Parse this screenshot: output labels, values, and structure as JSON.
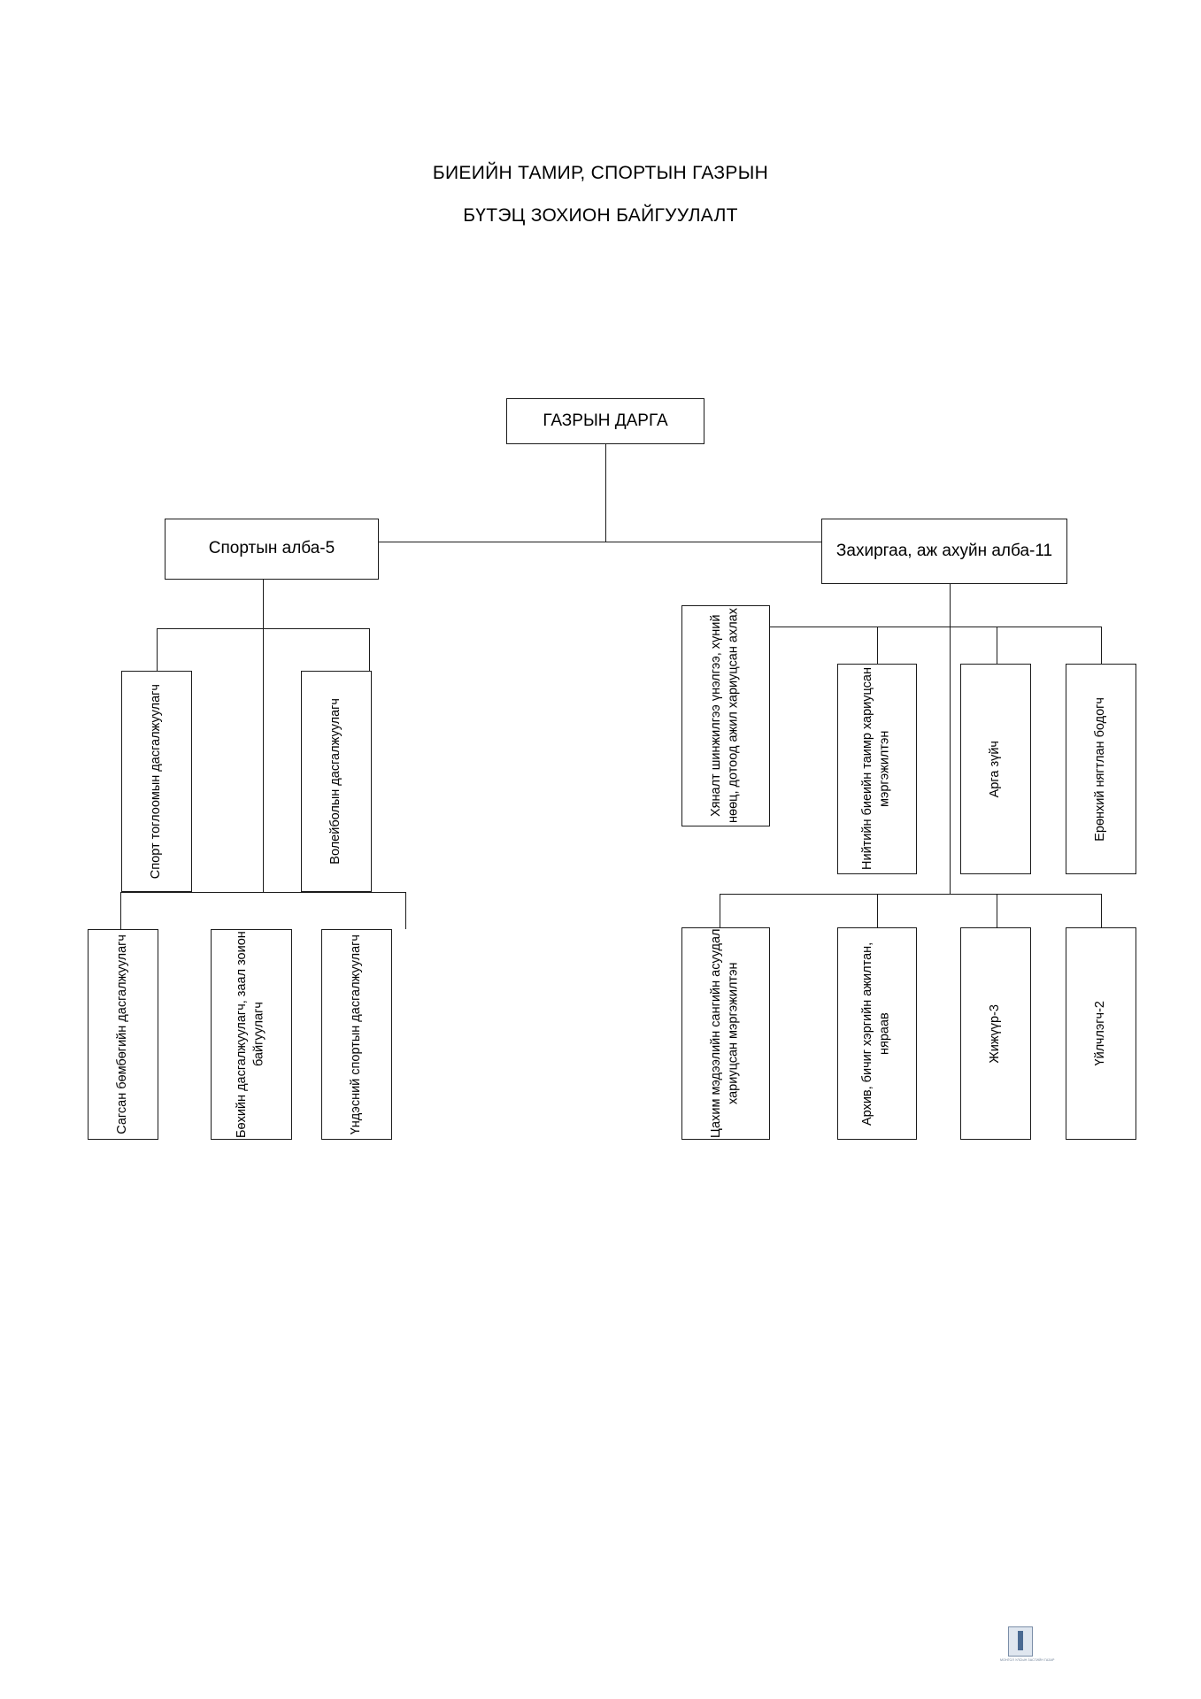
{
  "document": {
    "title_lines": [
      "БИЕИЙН ТАМИР, СПОРТЫН ГАЗРЫН",
      "БҮТЭЦ ЗОХИОН БАЙГУУЛАЛТ"
    ]
  },
  "chart_data": {
    "type": "org-chart",
    "orientation": "top-down",
    "root": "ГАЗРЫН ДАРГА",
    "nodes": [
      {
        "id": "root",
        "label": "ГАЗРЫН ДАРГА",
        "level": 0,
        "parent": null,
        "orientation": "horizontal"
      },
      {
        "id": "div1",
        "label": "Спортын алба-5",
        "level": 1,
        "parent": "root",
        "orientation": "horizontal"
      },
      {
        "id": "div2",
        "label": "Захиргаа, аж ахуйн алба-11",
        "level": 1,
        "parent": "root",
        "orientation": "horizontal"
      },
      {
        "id": "s1",
        "label": "Спорт тоглоомын дасгалжуулагч",
        "level": 2,
        "parent": "div1",
        "orientation": "vertical"
      },
      {
        "id": "s2",
        "label": "Волейболын дасгалжуулагч",
        "level": 2,
        "parent": "div1",
        "orientation": "vertical"
      },
      {
        "id": "s3",
        "label": "Сагсан бөмбөгийн дасгалжуулагч",
        "level": 3,
        "parent": "div1",
        "orientation": "vertical"
      },
      {
        "id": "s4",
        "label": "Бөхийн дасгалжуулагч, заал зоион байгуулагч",
        "level": 3,
        "parent": "div1",
        "orientation": "vertical"
      },
      {
        "id": "s5",
        "label": "Үндэсний спортын дасгалжуулагч",
        "level": 3,
        "parent": "div1",
        "orientation": "vertical"
      },
      {
        "id": "a1",
        "label": "Хяналт шинжилгээ үнэлгээ, хүний нөөц, дотоод ажил хариуцсан ахлах",
        "level": 2,
        "parent": "div2",
        "orientation": "vertical"
      },
      {
        "id": "a2",
        "label": "Нийтийн биеийн таимр хариуцсан мэргэжилтэн",
        "level": 2,
        "parent": "div2",
        "orientation": "vertical"
      },
      {
        "id": "a3",
        "label": "Арга зүйч",
        "level": 2,
        "parent": "div2",
        "orientation": "vertical"
      },
      {
        "id": "a4",
        "label": "Ерөнхий нягтлан бодогч",
        "level": 2,
        "parent": "div2",
        "orientation": "vertical"
      },
      {
        "id": "a5",
        "label": "Цахим мэдээлийн сангийн асуудал хариуцсан мэргэжилтэн",
        "level": 3,
        "parent": "div2",
        "orientation": "vertical"
      },
      {
        "id": "a6",
        "label": "Архив, бичиг хэргийн ажилтан, няраав",
        "level": 3,
        "parent": "div2",
        "orientation": "vertical"
      },
      {
        "id": "a7",
        "label": "Жижүүр-3",
        "level": 3,
        "parent": "div2",
        "orientation": "vertical"
      },
      {
        "id": "a8",
        "label": "Үйлчлэгч-2",
        "level": 3,
        "parent": "div2",
        "orientation": "vertical"
      }
    ],
    "colors": {
      "box_border": "#1b1b1b",
      "box_fill": "#ffffff",
      "text": "#000000",
      "connector": "#1b1b1b",
      "emblem_accent": "#4a6a92"
    }
  },
  "footer": {
    "emblem_caption": "МОНГОЛ УЛСЫН ЗАСГИЙН ГАЗАР"
  }
}
